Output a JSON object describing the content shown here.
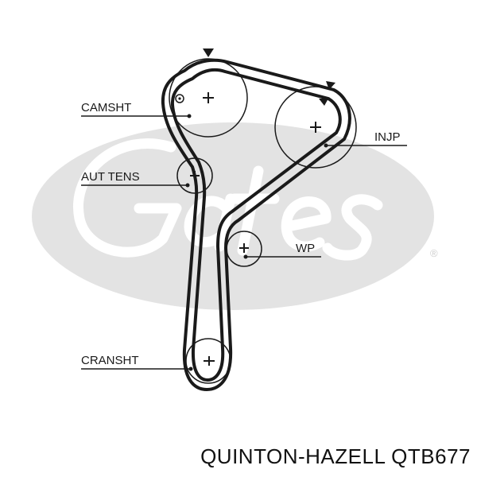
{
  "diagram": {
    "labels": {
      "camshaft": "CAMSHT",
      "tensioner": "AUT TENS",
      "injection_pump": "INJP",
      "water_pump": "WP",
      "crankshaft": "CRANSHT"
    },
    "watermark": "Gates",
    "watermark_trademark": "®"
  },
  "caption": "QUINTON-HAZELL QTB677",
  "colors": {
    "belt": "#1a1a1a",
    "watermark": "#e3e3e3",
    "text": "#111111"
  }
}
